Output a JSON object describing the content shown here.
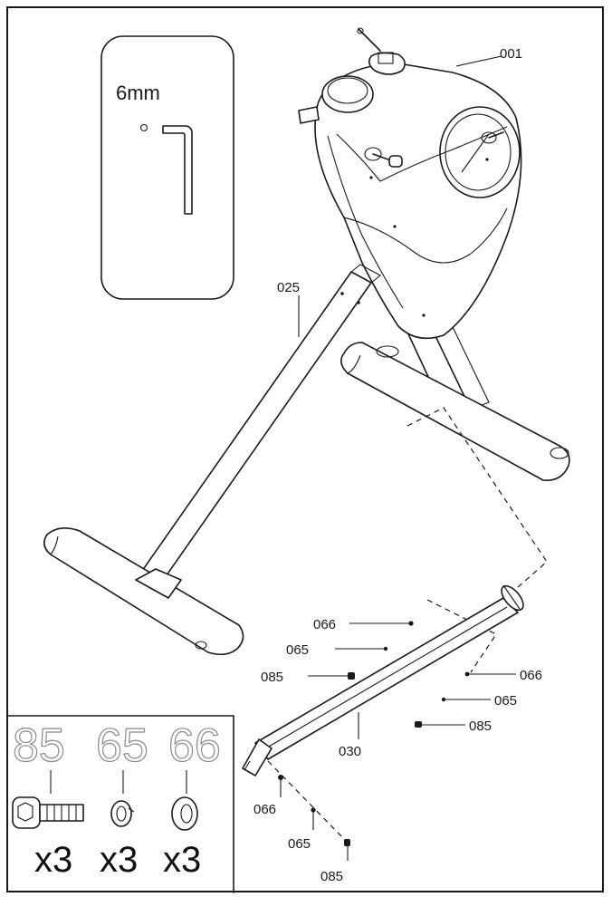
{
  "tool": {
    "label": "6mm"
  },
  "callouts": {
    "main_body": "001",
    "rear_stabilizer": "025",
    "front_stabilizer": "030",
    "bolt_a_washer": "066",
    "bolt_a_spring": "065",
    "bolt_a_bolt": "085",
    "bolt_b_washer": "066",
    "bolt_b_spring": "065",
    "bolt_b_bolt": "085",
    "bolt_c_washer": "066",
    "bolt_c_spring": "065",
    "bolt_c_bolt": "085"
  },
  "hardware": [
    {
      "part": "85",
      "qty": "x3",
      "icon": "bolt-icon"
    },
    {
      "part": "65",
      "qty": "x3",
      "icon": "spring-washer-icon"
    },
    {
      "part": "66",
      "qty": "x3",
      "icon": "flat-washer-icon"
    }
  ]
}
